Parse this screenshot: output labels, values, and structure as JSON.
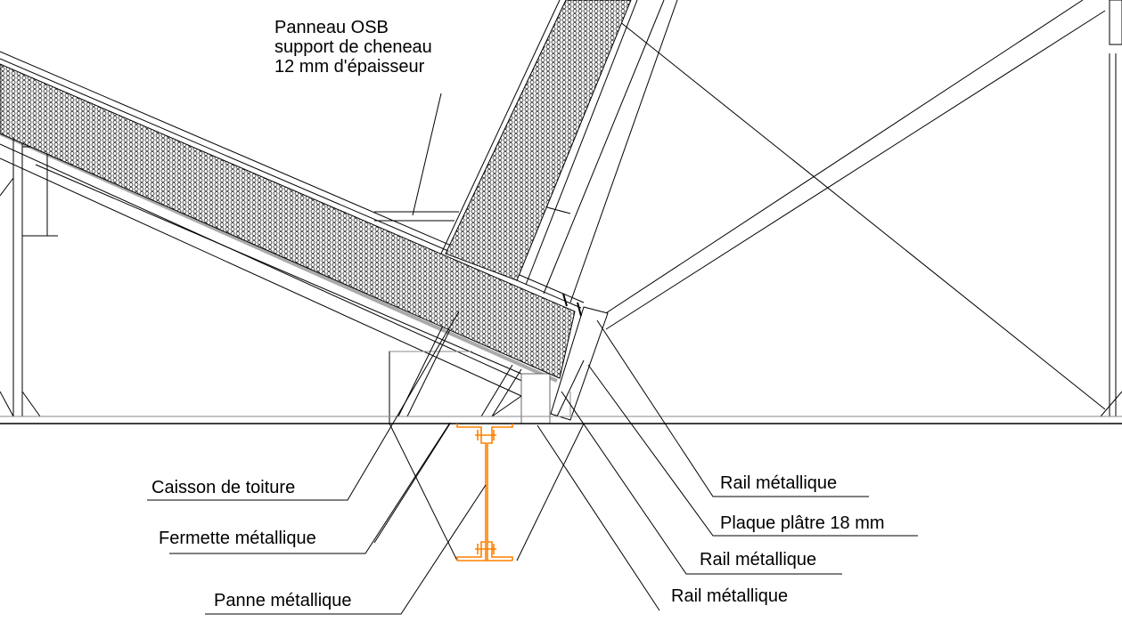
{
  "labels": {
    "osb": [
      "Panneau OSB",
      "support de cheneau",
      "12 mm d'épaisseur"
    ],
    "caisson": "Caisson de toiture",
    "fermette": "Fermette métallique",
    "panne": "Panne métallique",
    "rail1": "Rail métallique",
    "plaque": "Plaque plâtre 18 mm",
    "rail2": "Rail métallique",
    "rail3": "Rail métallique"
  },
  "colors": {
    "beam": "#ff8000",
    "line": "#000000",
    "insulation": "#333333"
  }
}
